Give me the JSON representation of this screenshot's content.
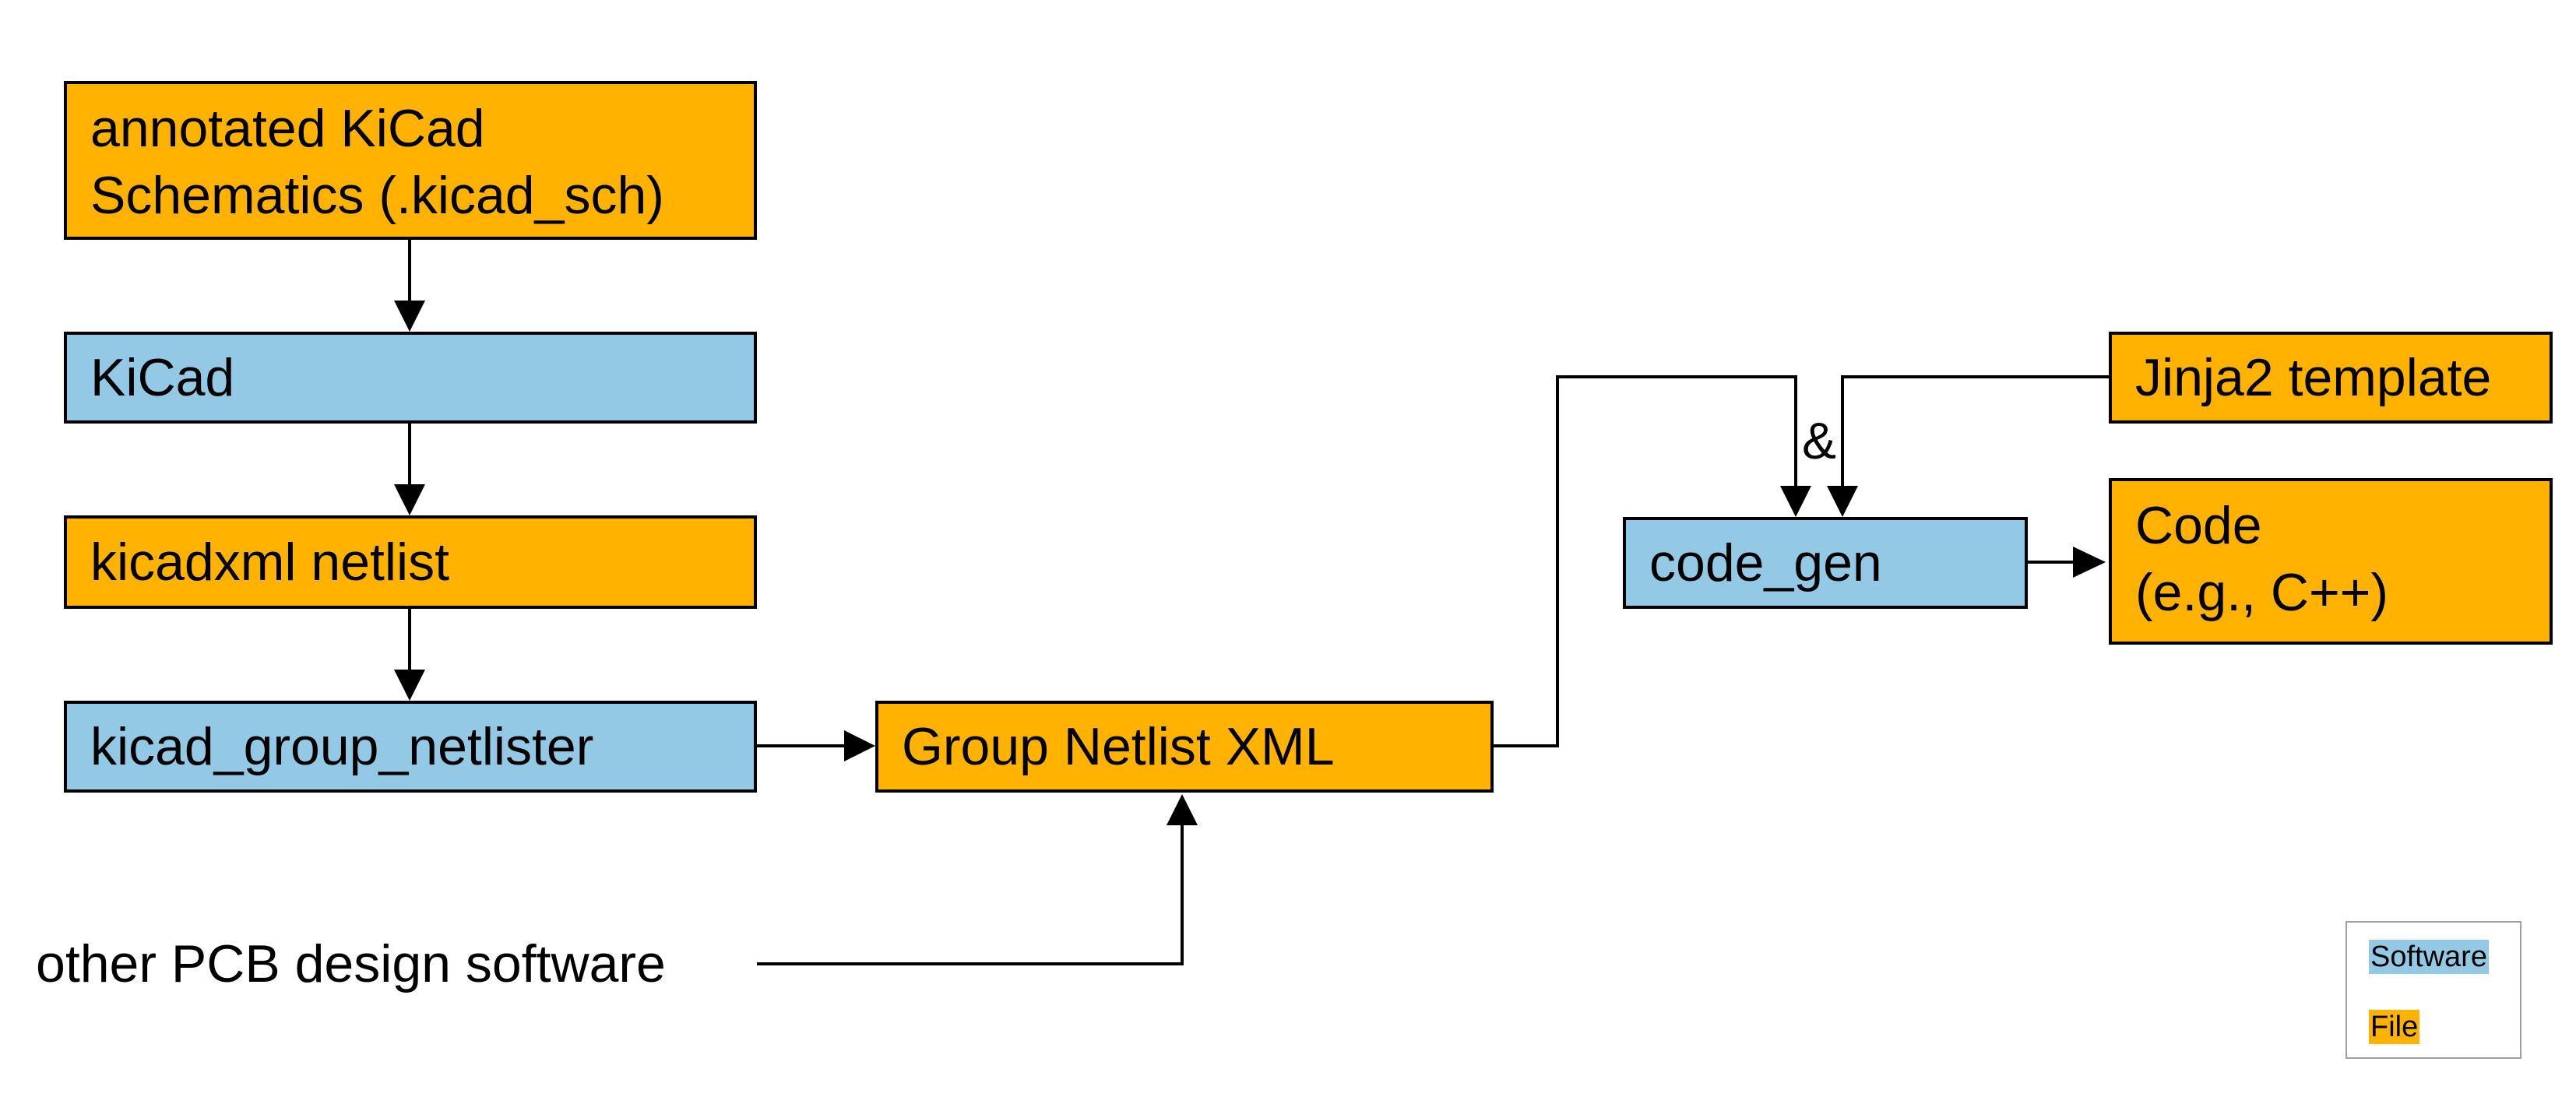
{
  "nodes": {
    "schematics": {
      "line1": "annotated KiCad",
      "line2": "Schematics (.kicad_sch)"
    },
    "kicad": {
      "label": "KiCad"
    },
    "kicadxml_netlist": {
      "label": "kicadxml netlist"
    },
    "group_netlister": {
      "label": "kicad_group_netlister"
    },
    "group_netlist_xml": {
      "label": "Group Netlist XML"
    },
    "other_pcb": {
      "label": "other PCB design software"
    },
    "code_gen": {
      "label": "code_gen"
    },
    "jinja2_template": {
      "label": "Jinja2 template"
    },
    "code": {
      "line1": "Code",
      "line2": "(e.g., C++)"
    }
  },
  "annotations": {
    "and_symbol": "&"
  },
  "legend": {
    "software_label": "Software",
    "file_label": "File"
  },
  "colors": {
    "software": "#93c9e4",
    "file": "#ffb300",
    "stroke": "#000000"
  }
}
